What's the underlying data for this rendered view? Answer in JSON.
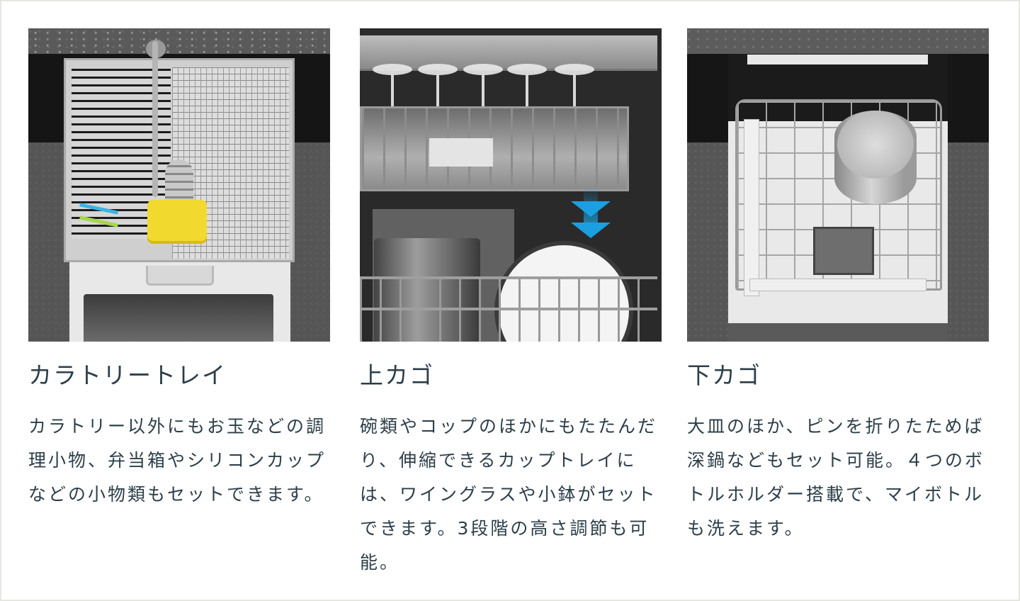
{
  "features": [
    {
      "id": "cutlery-tray",
      "image_alt": "カトラリートレイの写真",
      "heading": "カラトリートレイ",
      "description": "カラトリー以外にもお玉などの調理小物、弁当箱やシリコンカップなどの小物類もセットできます。"
    },
    {
      "id": "upper-basket",
      "image_alt": "上カゴの写真（高さ調節を示す青い矢印付き）",
      "heading": "上カゴ",
      "description": "碗類やコップのほかにもたたんだり、伸縮できるカップトレイには、ワイングラスや小鉢がセットできます。3段階の高さ調節も可能。"
    },
    {
      "id": "lower-basket",
      "image_alt": "下カゴの写真",
      "heading": "下カゴ",
      "description": "大皿のほか、ピンを折りたためば深鍋などもセット可能。４つのボトルホルダー搭載で、マイボトルも洗えます。"
    }
  ],
  "colors": {
    "text": "#2c3e48",
    "border": "#e6e6e1",
    "arrow_blue": "#1aa0e0",
    "lunchbox_yellow": "#f2d92e"
  }
}
